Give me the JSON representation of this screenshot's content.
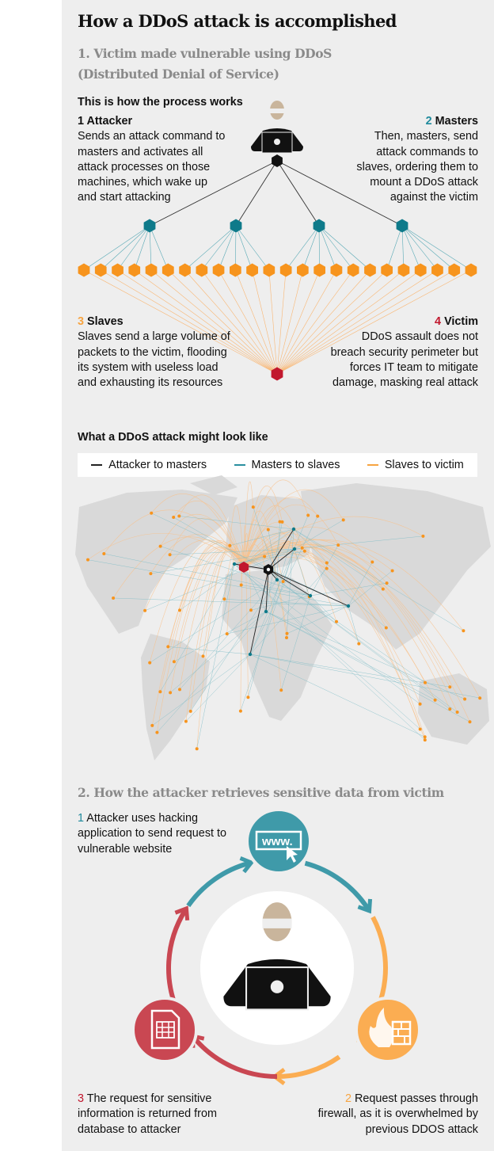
{
  "title": "How a DDoS attack is accomplished",
  "section1": {
    "heading_line1": "1. Victim made vulnerable using DDoS",
    "heading_line2": "(Distributed Denial of Service)",
    "process_label": "This is how the process works",
    "steps": [
      {
        "num": "1",
        "title": "Attacker",
        "text": "Sends an attack command to masters and activates all attack processes on those machines, which wake up and start attacking"
      },
      {
        "num": "2",
        "title": "Masters",
        "text": "Then, masters, send attack commands to slaves, ordering them to mount a DDoS attack against the victim"
      },
      {
        "num": "3",
        "title": "Slaves",
        "text": "Slaves send a large volume of packets to the victim, flooding its system with useless load and exhausting its resources"
      },
      {
        "num": "4",
        "title": "Victim",
        "text": "DDoS assault does not breach security perimeter but forces IT team to mitigate damage, masking real attack"
      }
    ],
    "map_label": "What a DDoS attack might look like",
    "legend": [
      {
        "label": "Attacker to masters",
        "color": "#222222"
      },
      {
        "label": "Masters to slaves",
        "color": "#2a8fa0"
      },
      {
        "label": "Slaves to victim",
        "color": "#f7a441"
      }
    ]
  },
  "section2": {
    "heading": "2. How the attacker retrieves sensitive data from victim",
    "website_icon_text": "www.",
    "steps": [
      {
        "num": "1",
        "text": "Attacker uses hacking application to send request to vulnerable website"
      },
      {
        "num": "2",
        "text": "Request passes through firewall, as it is overwhelmed by previous DDOS attack"
      },
      {
        "num": "3",
        "text": "The request for sensitive information is returned from database to attacker"
      }
    ]
  },
  "colors": {
    "attacker": "#111111",
    "master": "#0e7a8a",
    "slave": "#f7941d",
    "victim": "#c1182e",
    "cycle_teal": "#3f9aa9",
    "cycle_orange": "#fbad52",
    "cycle_red": "#c94752"
  }
}
